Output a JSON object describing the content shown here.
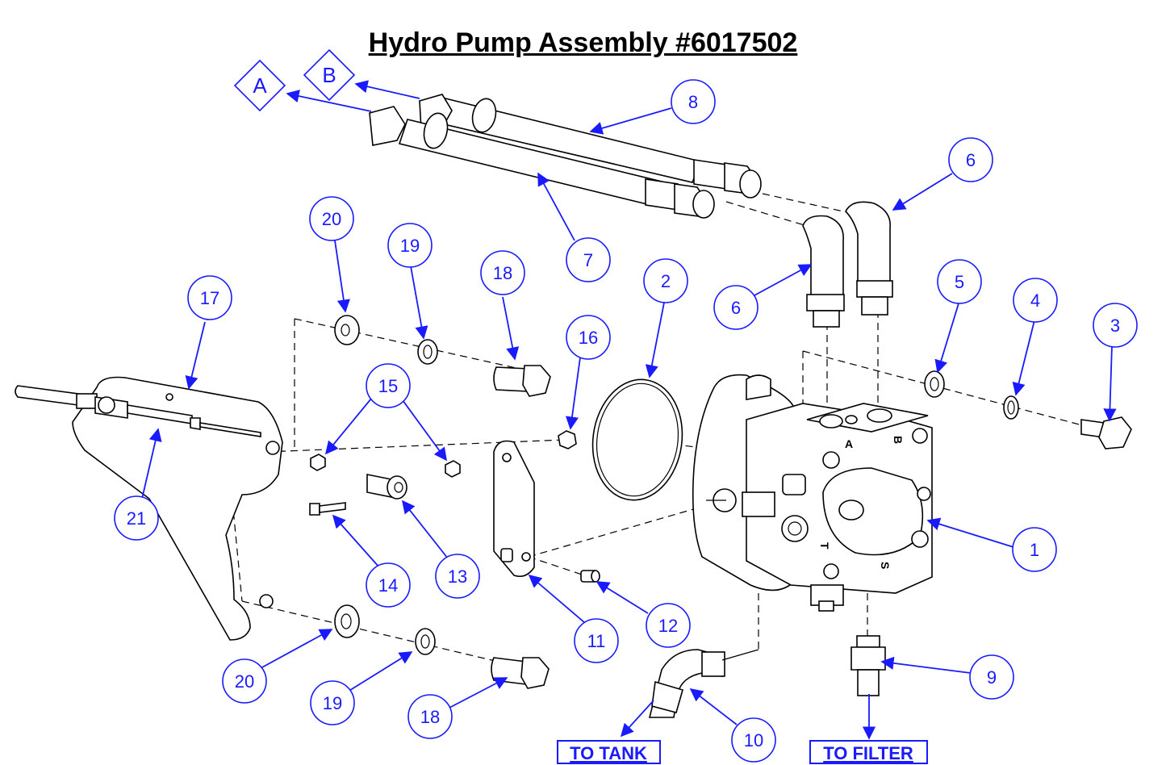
{
  "title": "Hydro Pump Assembly #6017502",
  "colors": {
    "callout": "#1a1aff",
    "line": "#000000"
  },
  "port_markers": {
    "a": "A",
    "b": "B"
  },
  "pump_port_letters": {
    "a": "A",
    "b": "B",
    "t": "T",
    "s": "S"
  },
  "destinations": {
    "tank": "TO TANK",
    "filter": "TO FILTER"
  },
  "callouts": [
    "1",
    "2",
    "3",
    "4",
    "5",
    "6",
    "6",
    "7",
    "8",
    "9",
    "10",
    "11",
    "12",
    "13",
    "14",
    "15",
    "15",
    "16",
    "17",
    "18",
    "18",
    "19",
    "19",
    "20",
    "20",
    "21"
  ]
}
